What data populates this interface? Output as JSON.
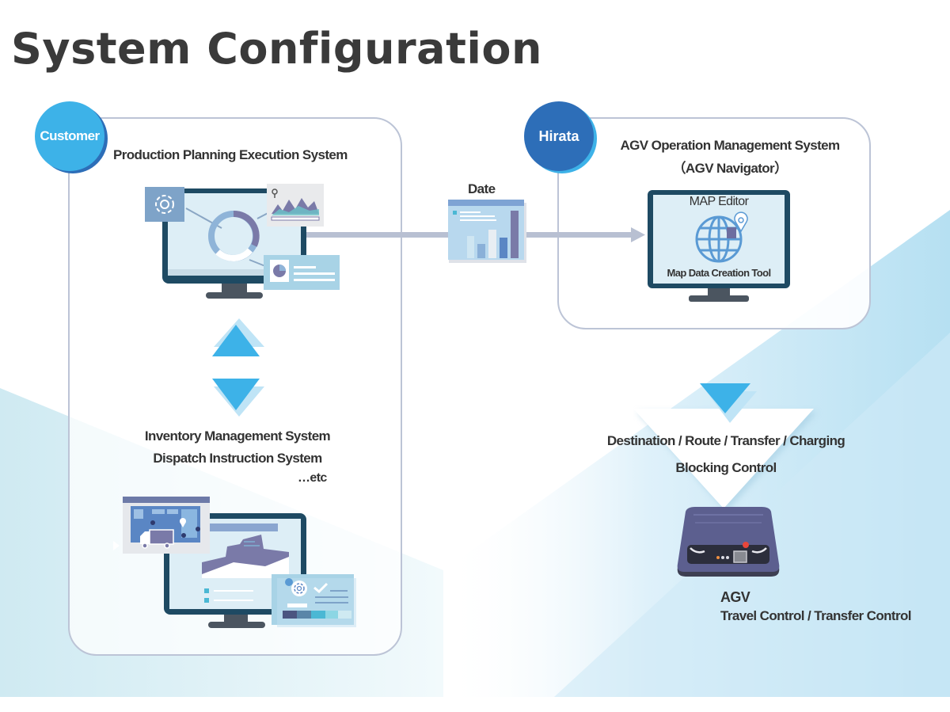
{
  "title": "System Configuration",
  "colors": {
    "accent_light": "#3db2e8",
    "accent_dark": "#2d6eb8",
    "panel_border": "#bcc4d6",
    "text": "#333333",
    "monitor_frame": "#1e4a63",
    "agv_body": "#5c5f8f"
  },
  "customer": {
    "badge": "Customer",
    "system_title": "Production Planning Execution System",
    "lower_systems": [
      "Inventory Management System",
      "Dispatch Instruction System"
    ],
    "etc": "…etc"
  },
  "flow": {
    "data_label": "Date"
  },
  "hirata": {
    "badge": "Hirata",
    "system_title": "AGV Operation Management System",
    "system_subtitle": "（AGV Navigator）",
    "monitor_title": "MAP Editor",
    "monitor_caption": "Map Data Creation Tool"
  },
  "control": {
    "line1": "Destination / Route / Transfer / Charging",
    "line2": "Blocking Control"
  },
  "agv": {
    "label": "AGV",
    "caption": "Travel Control / Transfer Control"
  },
  "icons": {
    "gear": "gear-icon",
    "globe": "globe-icon",
    "pin": "location-pin-icon",
    "truck": "truck-icon",
    "check": "check-icon"
  }
}
